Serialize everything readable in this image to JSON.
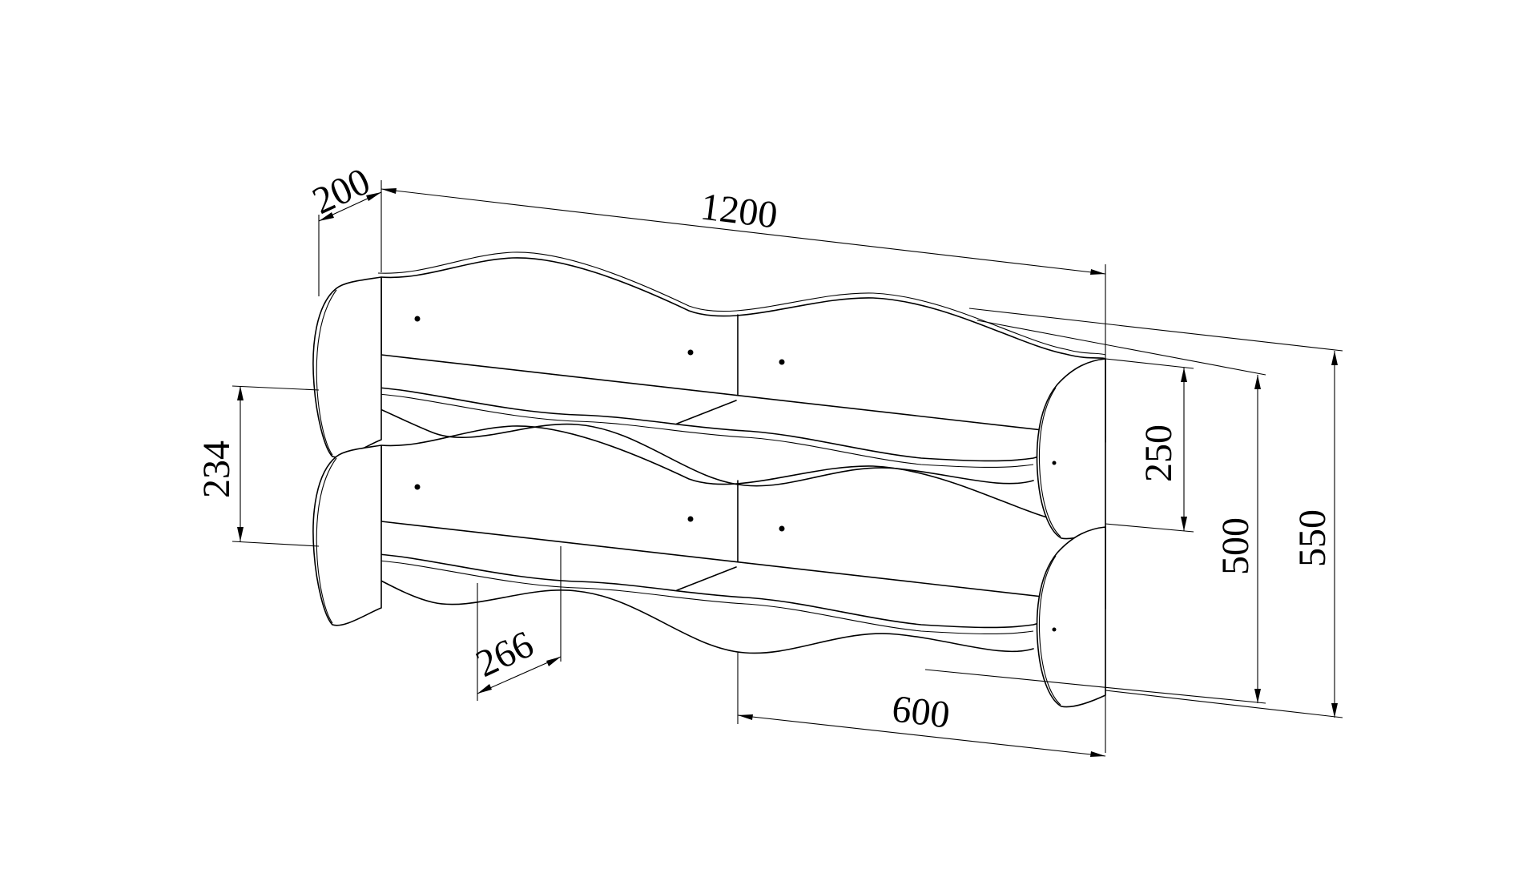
{
  "diagram": {
    "subject": "two-tier wall shelf with wavy back panels",
    "dimensions": {
      "depth": "200",
      "total_width": "1200",
      "shelf_gap": "234",
      "front_offset": "266",
      "half_width": "600",
      "tier_height": "250",
      "mid_height": "500",
      "total_height": "550"
    },
    "colors": {
      "line": "#000000",
      "background": "#ffffff"
    }
  }
}
